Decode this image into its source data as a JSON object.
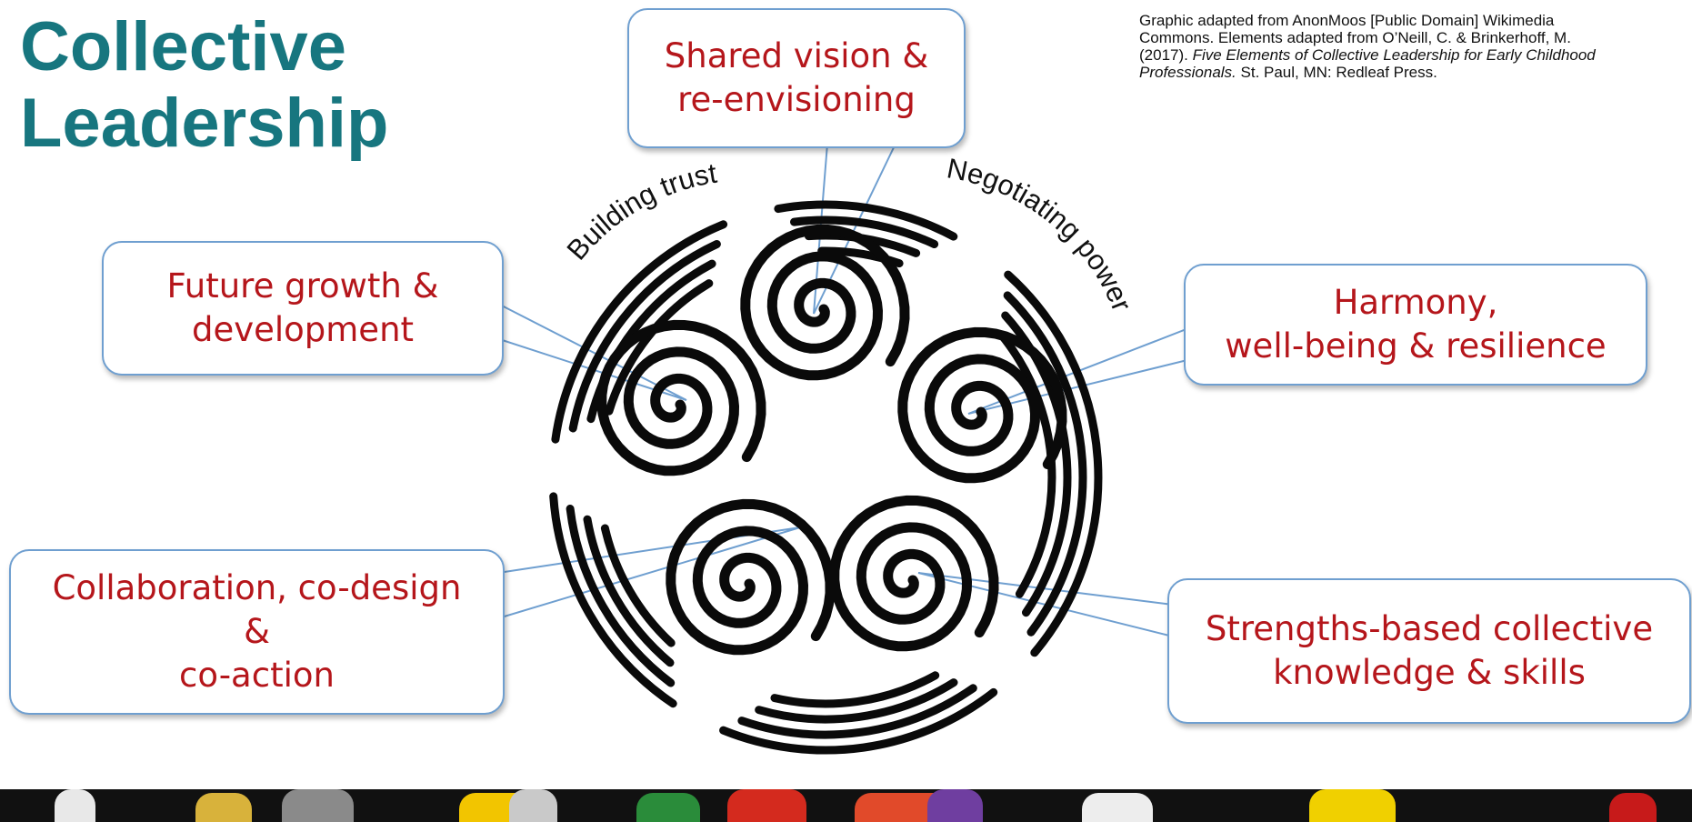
{
  "title": {
    "line1": "Collective",
    "line2": "Leadership"
  },
  "credit": {
    "line1": "Graphic adapted from AnonMoos [Public Domain] Wikimedia",
    "line2": "Commons. Elements adapted from O’Neill, C. & Brinkerhoff, M.",
    "line3_prefix": "(2017). ",
    "line3_italic": "Five Elements of Collective Leadership for Early Childhood",
    "line4_italic": "Professionals.",
    "line4_rest": " St. Paul, MN: Redleaf Press."
  },
  "arc_labels": {
    "left": "Building trust",
    "right": "Negotiating power"
  },
  "callouts": {
    "top": {
      "line1": "Shared vision &",
      "line2": "re-envisioning"
    },
    "left": {
      "line1": "Future growth &",
      "line2": "development"
    },
    "right": {
      "line1": "Harmony,",
      "line2": "well-being & resilience"
    },
    "bottom_left": {
      "line1": "Collaboration, co-design",
      "line2": "&",
      "line3": "co-action"
    },
    "bottom_right": {
      "line1": "Strengths-based collective",
      "line2": "knowledge & skills"
    }
  },
  "colors": {
    "title": "#17767f",
    "callout_text": "#b5161b",
    "callout_border": "#6f9fd0"
  },
  "decor": {
    "strip_colors": [
      "#e8e8e8",
      "#d8b23b",
      "#8a8a8a",
      "#f2c500",
      "#c9c9c9",
      "#2a8c3a",
      "#d42a1e",
      "#e14a2a",
      "#6f3ea0",
      "#ededed",
      "#f0d000",
      "#c71a1a"
    ]
  }
}
